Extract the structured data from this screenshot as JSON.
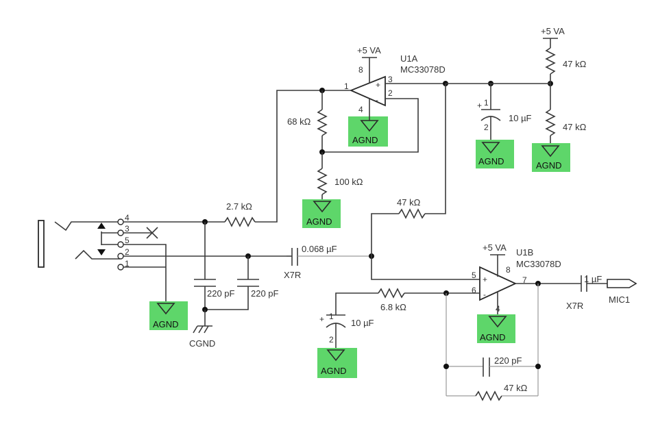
{
  "labels": {
    "u1a_name": "U1A",
    "u1a_part": "MC33078D",
    "u1b_name": "U1B",
    "u1b_part": "MC33078D",
    "vcc": "+5 VA",
    "agnd": "AGND",
    "cgnd": "CGND",
    "mic1": "MIC1",
    "x7r": "X7R",
    "r_68k": "68 kΩ",
    "r_100k": "100 kΩ",
    "r_2_7k": "2.7 kΩ",
    "r_47k": "47 kΩ",
    "r_6_8k": "6.8 kΩ",
    "c_10u": "10 µF",
    "c_068u": "0.068 µF",
    "c_1u": "1 µF",
    "c_220p": "220 pF",
    "plus": "+",
    "minus": "-"
  },
  "pins": {
    "p1": "1",
    "p2": "2",
    "p3": "3",
    "p4": "4",
    "p5": "5",
    "p6": "6",
    "p7": "7",
    "p8": "8"
  },
  "colors": {
    "agnd_fill": "#5ed66a",
    "wire": "#3a3a3a"
  }
}
